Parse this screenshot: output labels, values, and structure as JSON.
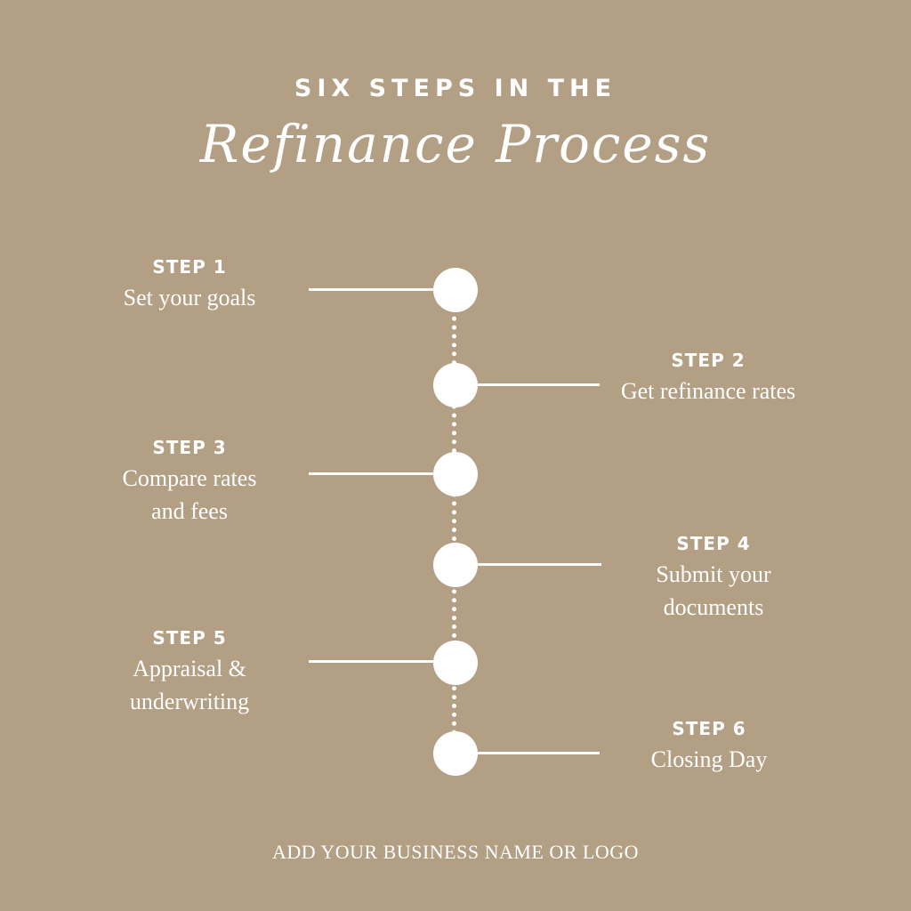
{
  "header": {
    "kicker": "SIX STEPS IN THE",
    "title": "Refinance Process"
  },
  "steps": [
    {
      "label": "STEP 1",
      "description": "Set your goals"
    },
    {
      "label": "STEP 2",
      "description": "Get refinance rates"
    },
    {
      "label": "STEP 3",
      "description": "Compare rates\nand fees"
    },
    {
      "label": "STEP 4",
      "description": "Submit your\ndocuments"
    },
    {
      "label": "STEP 5",
      "description": "Appraisal &\nunderwriting"
    },
    {
      "label": "STEP 6",
      "description": "Closing Day"
    }
  ],
  "footer": {
    "text": "ADD YOUR BUSINESS NAME OR LOGO"
  },
  "colors": {
    "background": "#b29f84",
    "foreground": "#ffffff"
  }
}
